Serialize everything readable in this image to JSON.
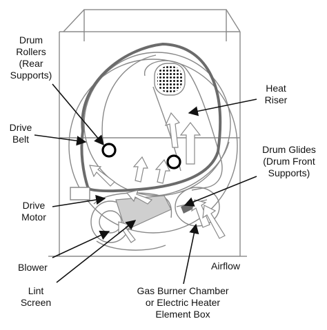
{
  "colors": {
    "outline": "#888888",
    "belt": "#6b6b6b",
    "leader": "#111111",
    "arrow_fill": "#ffffff",
    "background": "#ffffff"
  },
  "labels": {
    "drum_rollers": "Drum\nRollers\n(Rear\nSupports)",
    "drive_belt": "Drive\nBelt",
    "drive_motor": "Drive\nMotor",
    "blower": "Blower",
    "lint_screen": "Lint\nScreen",
    "heat_riser": "Heat\nRiser",
    "drum_glides": "Drum Glides\n(Drum Front\nSupports)",
    "airflow": "Airflow",
    "gas_burner": "Gas Burner Chamber\nor Electric Heater\nElement Box"
  }
}
